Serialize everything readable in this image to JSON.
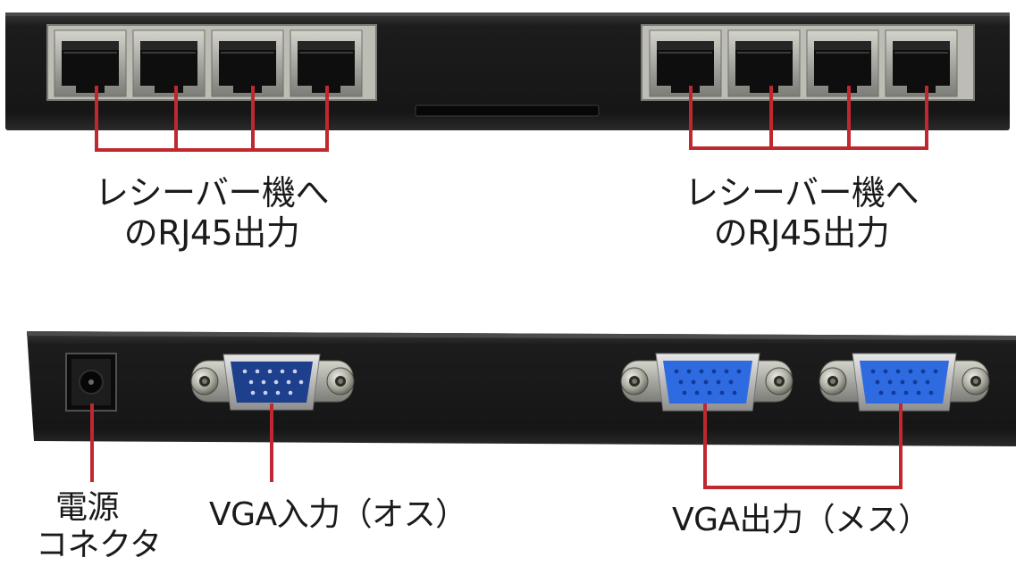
{
  "labels": {
    "rj45_left": {
      "line1": "レシーバー機へ",
      "line2": "のRJ45出力"
    },
    "rj45_right": {
      "line1": "レシーバー機へ",
      "line2": "のRJ45出力"
    },
    "power": {
      "line1": "電源",
      "line2": "コネクタ"
    },
    "vga_in": "VGA入力（オス）",
    "vga_out": "VGA出力（メス）"
  },
  "icons": {
    "rj45_port": "rj45-port-icon",
    "vga_male": "vga-male-connector-icon",
    "vga_female": "vga-female-connector-icon",
    "dc_jack": "dc-power-jack-icon"
  },
  "colors": {
    "leader_line": "#c0282f",
    "device_body": "#1b1b1b",
    "vga_male_face": "#1e3f8c",
    "vga_female_face": "#2f6be0",
    "port_metal": "#a8a9a2"
  }
}
